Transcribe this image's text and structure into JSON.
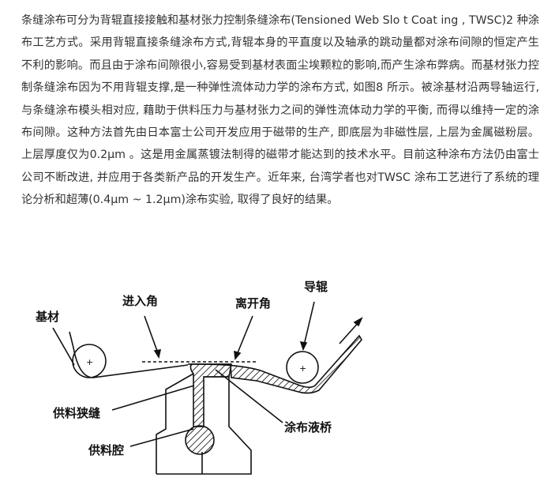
{
  "paragraph": "条缝涂布可分为背辊直接接触和基材张力控制条缝涂布(Tensioned Web Slo t Coat ing , TWSC)2 种涂布工艺方式。采用背辊直接条缝涂布方式,背辊本身的平直度以及轴承的跳动量都对涂布间隙的恒定产生不利的影响。而且由于涂布间隙很小,容易受到基材表面尘埃颗粒的影响,而产生涂布弊病。而基材张力控制条缝涂布因为不用背辊支撑,是一种弹性流体动力学的涂布方式, 如图8 所示。被涂基材沿两导轴运行, 与条缝涂布模头相对应, 藉助于供料压力与基材张力之间的弹性流体动力学的平衡, 而得以维持一定的涂布间隙。这种方法首先由日本富士公司开发应用于磁带的生产, 即底层为非磁性层, 上层为金属磁粉层。上层厚度仅为0.2μm 。这是用金属蒸镀法制得的磁带才能达到的技术水平。目前这种涂布方法仍由富士公司不断改进, 并应用于各类新产品的开发生产。近年来, 台湾学者也对TWSC 涂布工艺进行了系统的理论分析和超薄(0.4μm ~ 1.2μm)涂布实验, 取得了良好的结果。",
  "diagram": {
    "labels": {
      "substrate": "基材",
      "entry_angle": "进入角",
      "exit_angle": "离开角",
      "guide_roller": "导辊",
      "feed_slot": "供料狭缝",
      "coating_bead": "涂布液桥",
      "feed_cavity": "供料腔"
    }
  }
}
